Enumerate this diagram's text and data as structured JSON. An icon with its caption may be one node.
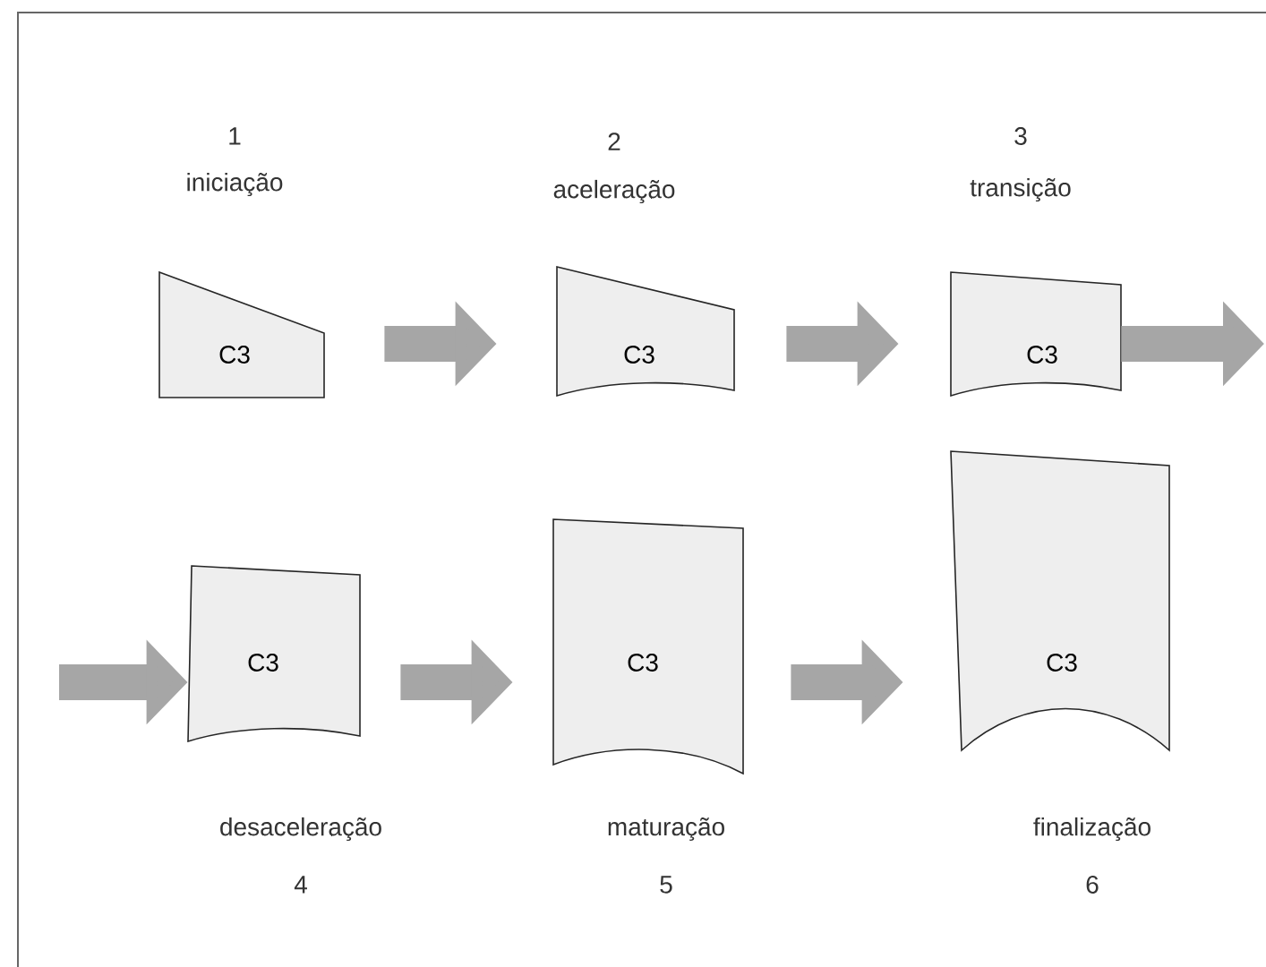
{
  "diagram": {
    "nodes": [
      {
        "text": [
          "C3"
        ],
        "beside": [
          "1",
          "iniciação"
        ]
      },
      {
        "text": [
          "C3"
        ],
        "beside": [
          "2",
          "aceleração"
        ]
      },
      {
        "text": [
          "C3"
        ],
        "beside": [
          "3",
          "transição"
        ]
      },
      {
        "text": [
          "C3"
        ],
        "beside": [
          "desaceleração",
          "4"
        ]
      },
      {
        "text": [
          "C3"
        ],
        "beside": [
          "maturação",
          "5"
        ]
      },
      {
        "text": [
          "C3"
        ],
        "beside": [
          "finalização",
          "6"
        ]
      }
    ],
    "edges": [
      {
        "from": 0,
        "to": 1,
        "arrow": "to"
      },
      {
        "from": 1,
        "to": 2,
        "arrow": "to"
      },
      {
        "from": 2,
        "to": null,
        "arrow": "to"
      },
      {
        "from": null,
        "to": 3,
        "arrow": "to"
      },
      {
        "from": 3,
        "to": 4,
        "arrow": "to"
      },
      {
        "from": 4,
        "to": 5,
        "arrow": "to"
      }
    ]
  }
}
